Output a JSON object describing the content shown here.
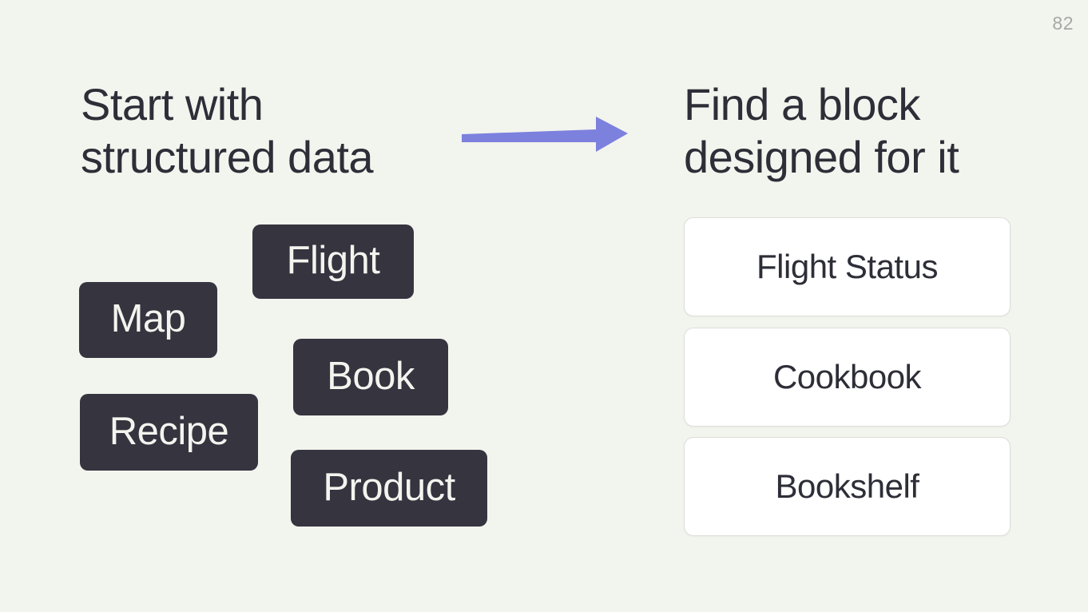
{
  "page": {
    "number": "82"
  },
  "left_panel": {
    "heading_line1": "Start with",
    "heading_line2": "structured data",
    "chips": [
      {
        "label": "Flight"
      },
      {
        "label": "Map"
      },
      {
        "label": "Book"
      },
      {
        "label": "Recipe"
      },
      {
        "label": "Product"
      }
    ]
  },
  "arrow": {
    "name": "right-arrow",
    "color": "#7c81de"
  },
  "right_panel": {
    "heading_line1": "Find a block",
    "heading_line2": "designed for it",
    "cards": [
      {
        "label": "Flight Status"
      },
      {
        "label": "Cookbook"
      },
      {
        "label": "Bookshelf"
      }
    ]
  },
  "colors": {
    "background": "#f2f4ee",
    "heading_text": "#2d2e37",
    "chip_background": "#35343f",
    "chip_text": "#f4f4ef",
    "card_background": "#ffffff",
    "card_border": "#dcded7",
    "arrow": "#7c81de",
    "page_number": "#a7a8a4"
  }
}
